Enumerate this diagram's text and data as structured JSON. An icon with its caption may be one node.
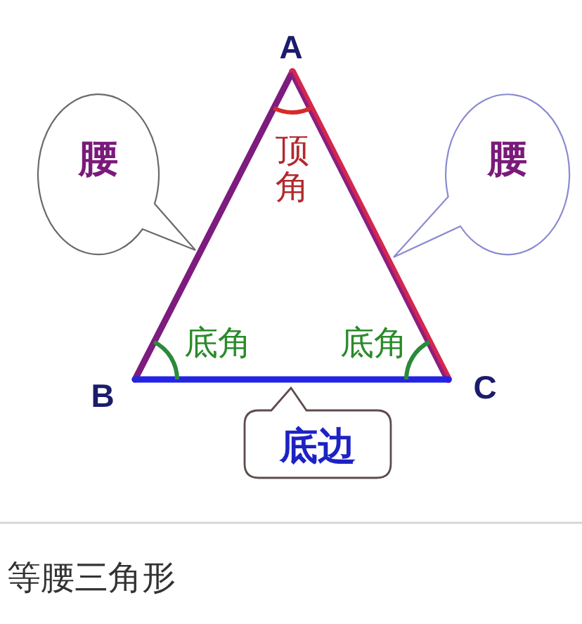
{
  "diagram": {
    "caption": "等腰三角形",
    "nodes": [
      {
        "text": [
          "顶角",
          "底角",
          "底角"
        ]
      },
      {
        "text": [
          "腰"
        ]
      },
      {
        "text": [
          "腰"
        ]
      },
      {
        "text": [
          "底边"
        ]
      }
    ],
    "labels": [
      "A",
      "B",
      "C"
    ]
  }
}
